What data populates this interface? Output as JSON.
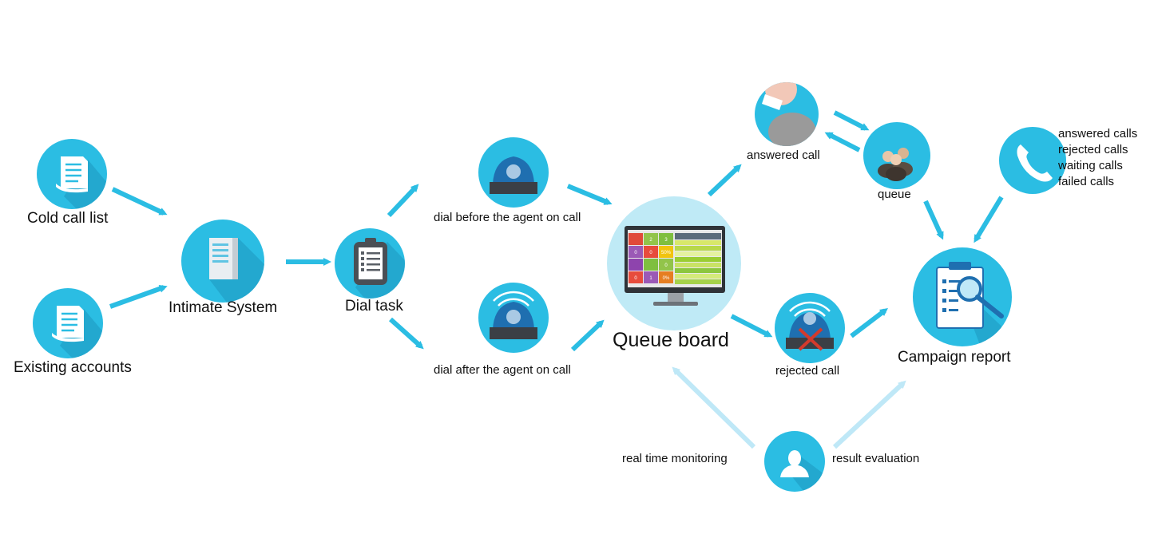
{
  "nodes": {
    "cold_call_list": "Cold call list",
    "existing_accounts": "Existing accounts",
    "intimate_system": "Intimate System",
    "dial_task": "Dial task",
    "dial_before": "dial before the agent on call",
    "dial_after": "dial after the agent on call",
    "queue_board": "Queue board",
    "answered_call": "answered call",
    "queue": "queue",
    "rejected_call": "rejected call",
    "campaign_report": "Campaign report",
    "real_time_monitoring": "real time monitoring",
    "result_evaluation": "result evaluation"
  },
  "report_items": [
    "answered calls",
    "rejected calls",
    "waiting calls",
    "failed calls"
  ],
  "queue_board_cells": [
    "2",
    "3",
    "0",
    "0",
    "50%",
    "0",
    "0",
    "1",
    "0%"
  ],
  "colors": {
    "primary": "#2bbde3",
    "light_arrow": "#bfe8f7",
    "board_circle": "#bfeaf6",
    "shadow": "#1a8fb5",
    "phone_dark": "#1f6fb0",
    "reject_x": "#d33a2c"
  },
  "icons": {
    "cold_call_list": "document-list-icon",
    "existing_accounts": "document-list-icon",
    "intimate_system": "server-icon",
    "dial_task": "clipboard-list-icon",
    "dial_before": "desk-phone-icon",
    "dial_after": "ringing-desk-phone-icon",
    "queue_board": "monitor-dashboard-icon",
    "answered_call": "agent-headset-icon",
    "queue": "people-group-icon",
    "rejected_call": "rejected-phone-icon",
    "campaign_report": "report-magnifier-icon",
    "report_phone": "phone-handset-icon",
    "monitor_person": "person-icon"
  }
}
